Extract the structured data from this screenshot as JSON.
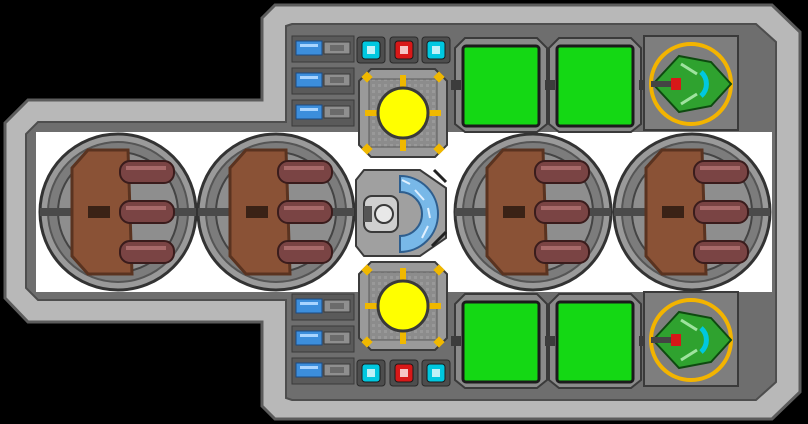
{
  "scene": {
    "type": "ship-layout-grid",
    "colors": {
      "background": "#000000",
      "hull_outer": "#b8b8b8",
      "hull_frame": "#7a7a7a",
      "floor": "#ffffff",
      "panel": "#8c8c8c",
      "panel_dark": "#4a4a4a",
      "green_tile": "#14d814",
      "yellow_core": "#ffff00",
      "accent_gold": "#f0b800",
      "cyan_light": "#00c8e0",
      "red_light": "#d81818",
      "copper": "#8a5236",
      "copper_dark": "#5a3320",
      "blue_vent": "#3c8edc",
      "ship_green": "#2fa22f",
      "ring_gold": "#f3b400",
      "shield_blue": "#78b8e8"
    },
    "modules": {
      "thruster_pods": 4,
      "reactor_cores": 2,
      "cockpit": 1,
      "cargo_bays": 4,
      "drone_docks": 2,
      "vent_banks": 6,
      "status_lights": [
        "cyan",
        "red",
        "cyan",
        "cyan",
        "red",
        "cyan"
      ]
    },
    "icons": {
      "thruster": "thruster-pod-icon",
      "reactor": "reactor-core-icon",
      "cockpit": "cockpit-icon",
      "cargo": "cargo-bay-icon",
      "drone": "drone-ship-icon",
      "vent": "vent-icon",
      "light": "status-light-icon"
    }
  }
}
